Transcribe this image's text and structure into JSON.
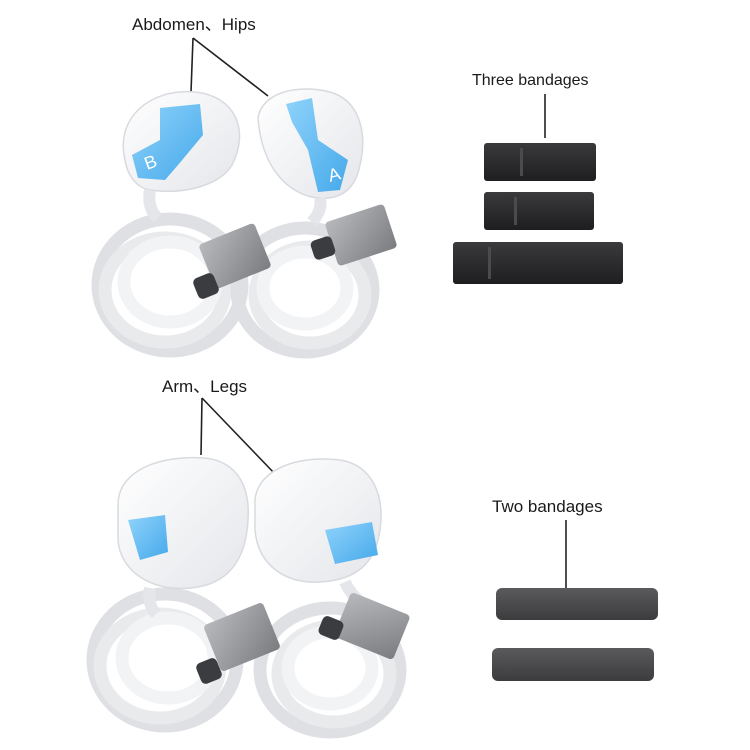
{
  "labels": {
    "top_left": "Abdomen、Hips",
    "top_right": "Three bandages",
    "bottom_left": "Arm、Legs",
    "bottom_right": "Two bandages"
  },
  "handle_letters": {
    "left": "B",
    "right": "A"
  },
  "colors": {
    "accent_blue": "#5bb8f0",
    "handle_white": "#f6f7f9",
    "cable": "#eeeff1",
    "connector": "#8d8f93",
    "bandage": "#2b2b2d",
    "bandage_gray": "#4a4a4c"
  }
}
